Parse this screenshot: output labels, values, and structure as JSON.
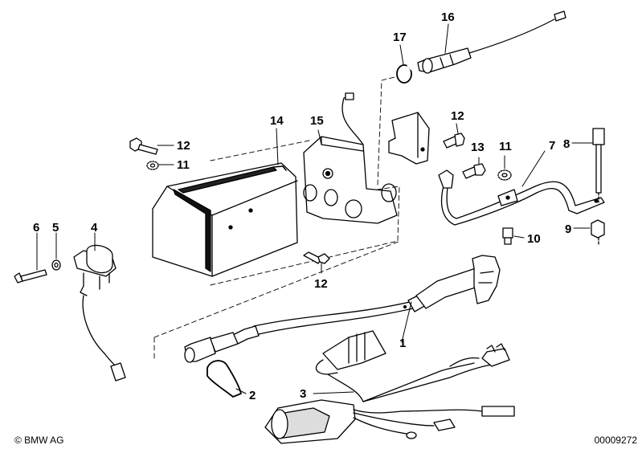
{
  "callouts": {
    "c1": "1",
    "c2": "2",
    "c3": "3",
    "c4": "4",
    "c5": "5",
    "c6": "6",
    "c7": "7",
    "c8": "8",
    "c9": "9",
    "c10": "10",
    "c11a": "11",
    "c11b": "11",
    "c12a": "12",
    "c12b": "12",
    "c12c": "12",
    "c13": "13",
    "c14": "14",
    "c15": "15",
    "c16": "16",
    "c17": "17"
  },
  "footer": {
    "copyright": "© BMW AG",
    "part_number": "00009272"
  }
}
